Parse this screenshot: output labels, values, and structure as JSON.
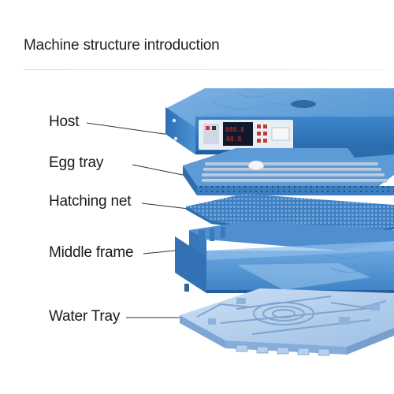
{
  "title": "Machine structure introduction",
  "parts": [
    {
      "label": "Host"
    },
    {
      "label": "Egg tray"
    },
    {
      "label": "Hatching net"
    },
    {
      "label": "Middle frame"
    },
    {
      "label": "Water Tray"
    }
  ],
  "display": {
    "left_readout": "888.8",
    "right_readout": "88.8"
  },
  "colors": {
    "body_blue": "#3f86c9",
    "light_blue": "#7fb2e0",
    "dark_blue": "#1f5f9e",
    "tray_blue": "#a9c8ea",
    "display_red": "#e0322b",
    "display_bg": "#10182a"
  }
}
